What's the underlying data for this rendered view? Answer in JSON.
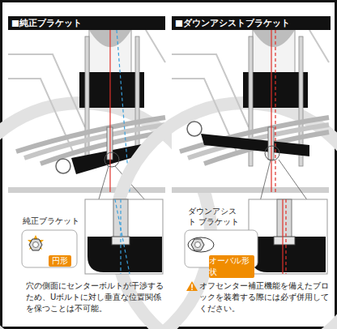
{
  "diagram": {
    "nodes": [
      {
        "text": [
          "■純正ブラケット"
        ]
      },
      {
        "text": [
          "■ダウンアシストブラケット"
        ]
      },
      {
        "text": [
          "円形"
        ]
      },
      {
        "text": [
          "オーバル形状"
        ]
      }
    ],
    "labels": [
      "純正ブラケット",
      "ダウンアシスト ブラケット",
      "穴の側面にセンターボルトが干渉するため、Uボルトに対し垂直な位置関係を保つことは不可能。",
      "オフセンター補正機能を備えたブロックを装着する際には必ず併用してください。"
    ]
  }
}
